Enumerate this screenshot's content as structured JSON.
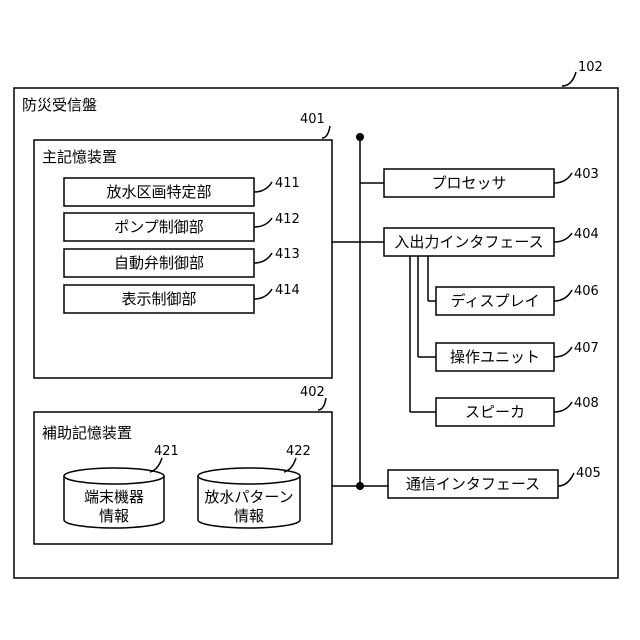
{
  "refs": {
    "outer": "102",
    "main_memory": "401",
    "aux_memory": "402",
    "processor": "403",
    "io_interface": "404",
    "comm_interface": "405",
    "display": "406",
    "operation_unit": "407",
    "speaker": "408",
    "m411": "411",
    "m412": "412",
    "m413": "413",
    "m414": "414",
    "d421": "421",
    "d422": "422"
  },
  "labels": {
    "outer": "防災受信盤",
    "main_memory": "主記憶装置",
    "aux_memory": "補助記憶装置",
    "m411": "放水区画特定部",
    "m412": "ポンプ制御部",
    "m413": "自動弁制御部",
    "m414": "表示制御部",
    "d421_line1": "端末機器",
    "d421_line2": "情報",
    "d422_line1": "放水パターン",
    "d422_line2": "情報",
    "processor": "プロセッサ",
    "io_interface": "入出力インタフェース",
    "display": "ディスプレイ",
    "operation_unit": "操作ユニット",
    "speaker": "スピーカ",
    "comm_interface": "通信インタフェース"
  }
}
